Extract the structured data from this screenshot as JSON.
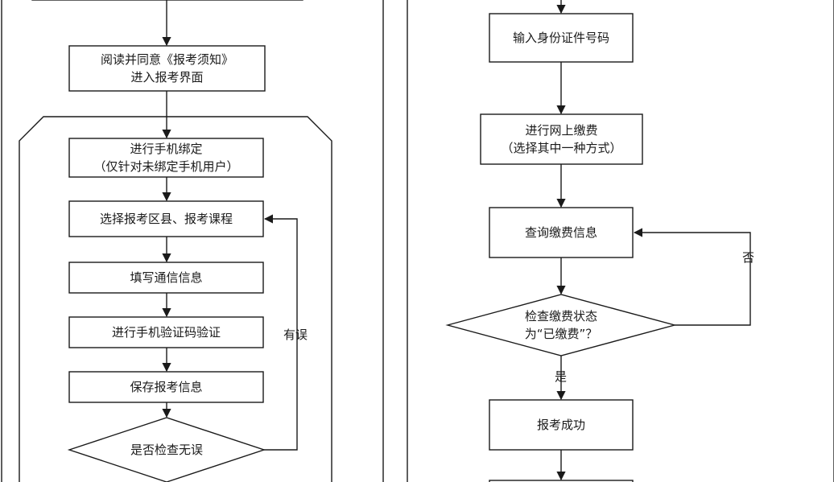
{
  "left": {
    "step_read": "阅读并同意《报考须知》\n进入报考界面",
    "step_bind": "进行手机绑定\n（仅针对未绑定手机用户）",
    "step_select": "选择报考区县、报考课程",
    "step_fill": "填写通信信息",
    "step_verify": "进行手机验证码验证",
    "step_save": "保存报考信息",
    "decision_check": "是否检查无误",
    "edge_error": "有误"
  },
  "right": {
    "step_id": "输入身份证件号码",
    "step_pay": "进行网上缴费\n（选择其中一种方式）",
    "step_query": "查询缴费信息",
    "decision_status": "检查缴费状态\n为“已缴费”？",
    "edge_no": "否",
    "edge_yes": "是",
    "step_success": "报考成功"
  },
  "colors": {
    "stroke": "#1a1a1a",
    "background": "#ffffff"
  }
}
